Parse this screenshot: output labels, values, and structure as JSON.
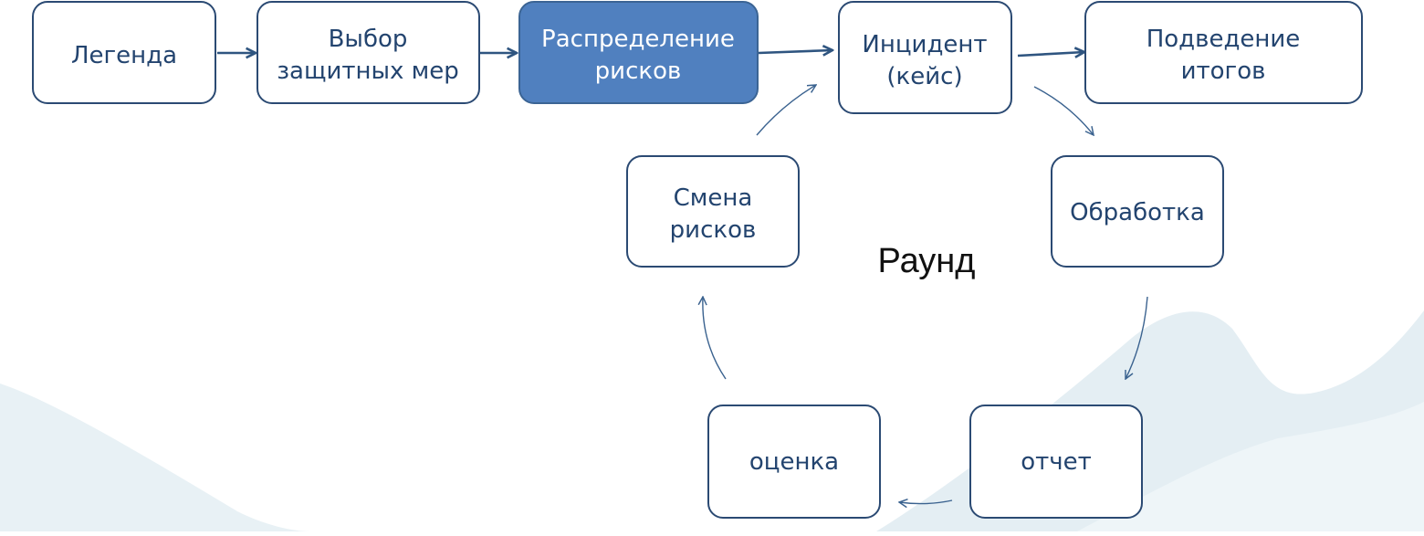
{
  "nodes": {
    "legend": {
      "lines": [
        "Легенда"
      ]
    },
    "protection": {
      "lines": [
        "Выбор",
        "защитных мер"
      ]
    },
    "distribution": {
      "lines": [
        "Распределение",
        "рисков"
      ]
    },
    "incident": {
      "lines": [
        "Инцидент",
        "(кейс)"
      ]
    },
    "summary": {
      "lines": [
        "Подведение",
        "итогов"
      ]
    },
    "processing": {
      "lines": [
        "Обработка"
      ]
    },
    "report": {
      "lines": [
        "отчет"
      ]
    },
    "assessment": {
      "lines": [
        "оценка"
      ]
    },
    "risk_change": {
      "lines": [
        "Смена",
        "рисков"
      ]
    }
  },
  "center_label": "Раунд",
  "colors": {
    "node_border": "#2b4a73",
    "node_text": "#23446f",
    "active_fill": "#5080bf",
    "arrow": "#2f5580",
    "background_shape": "#e4eef3"
  }
}
